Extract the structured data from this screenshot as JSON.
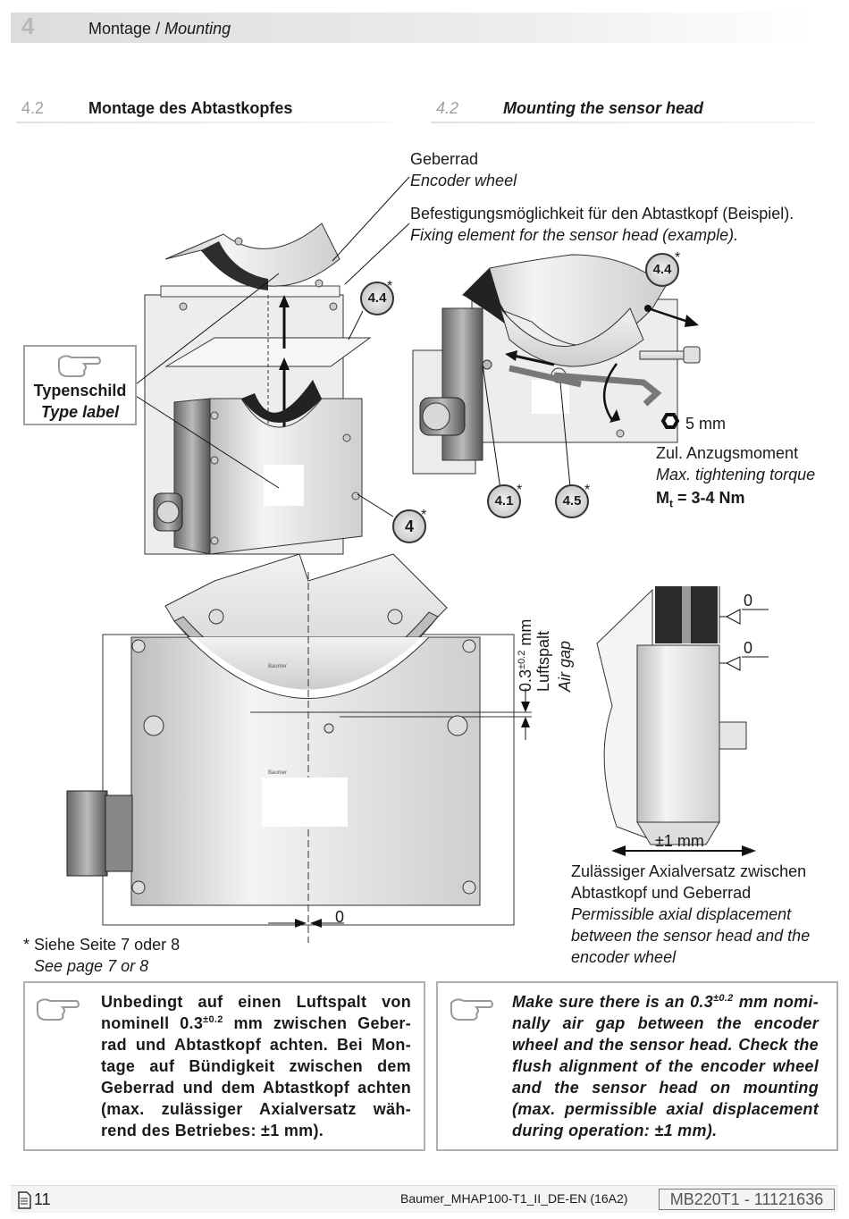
{
  "header": {
    "chapter_number": "4",
    "chapter_title_de": "Montage",
    "chapter_title_sep": " / ",
    "chapter_title_en": "Mounting"
  },
  "sections": {
    "de": {
      "number": "4.2",
      "title": "Montage des Abtastkopfes"
    },
    "en": {
      "number": "4.2",
      "title": "Mounting the sensor head"
    }
  },
  "labels": {
    "geberrad_de": "Geberrad",
    "geberrad_en": "Encoder wheel",
    "fixing_de": "Befestigungsmöglichkeit für den Abtastkopf (Beispiel).",
    "fixing_en": "Fixing element for the sensor head (example).",
    "typeplate_de": "Typenschild",
    "typeplate_en": "Type label",
    "wrench_size": "5 mm",
    "torque_de": "Zul. Anzugsmoment",
    "torque_en": "Max. tightening torque",
    "torque_symbol": "M",
    "torque_subscript": "t",
    "torque_value": " = 3-4 Nm",
    "gap_value": "0.3",
    "gap_tolerance": "±0.2",
    "gap_unit": " mm",
    "gap_de": "Luftspalt",
    "gap_en": "Air gap",
    "zero_a": "0",
    "zero_b": "0",
    "zero_c": "0",
    "axial_value": "±1 mm",
    "axial_de_1": "Zulässiger Axialversatz zwischen",
    "axial_de_2": "Abtastkopf und Geberrad",
    "axial_en_1": "Permissible axial displacement",
    "axial_en_2": "between the sensor head and the",
    "axial_en_3": "encoder wheel",
    "footnote_de": "* Siehe Seite 7 oder 8",
    "footnote_en": "See page 7 or 8",
    "brand_small_1": "Baumer",
    "brand_small_2": "Baumer"
  },
  "callouts": {
    "c44_top": "4.4",
    "c44_right": "4.4",
    "c4": "4",
    "c41": "4.1",
    "c45": "4.5",
    "asterisk": "*"
  },
  "notes": {
    "de_1": "Unbedingt auf einen Luftspalt von",
    "de_2a": "nominell 0.3",
    "de_2sup": "±0.2",
    "de_2b": " mm zwischen Geber-",
    "de_3": "rad und Abtastkopf achten. Bei Mon-",
    "de_4": "tage auf Bündigkeit zwischen dem",
    "de_5": "Geberrad und dem Abtastkopf achten",
    "de_6": "(max. zulässiger Axialversatz wäh-",
    "de_7": "rend des Betriebes: ±1 mm).",
    "en_1a": "Make sure there is an 0.3",
    "en_1sup": "±0.2",
    "en_1b": " mm nomi-",
    "en_2": "nally air gap between the encoder",
    "en_3": "wheel and the sensor head. Check the",
    "en_4": "flush alignment of the encoder wheel",
    "en_5": "and the sensor head on mounting",
    "en_6": "(max. permissible axial displacement",
    "en_7": "during operation: ±1 mm)."
  },
  "footer": {
    "page_number": "11",
    "doc_name": "Baumer_MHAP100-T1_II_DE-EN  (16A2)",
    "doc_id": "MB220T1 - 11121636"
  }
}
